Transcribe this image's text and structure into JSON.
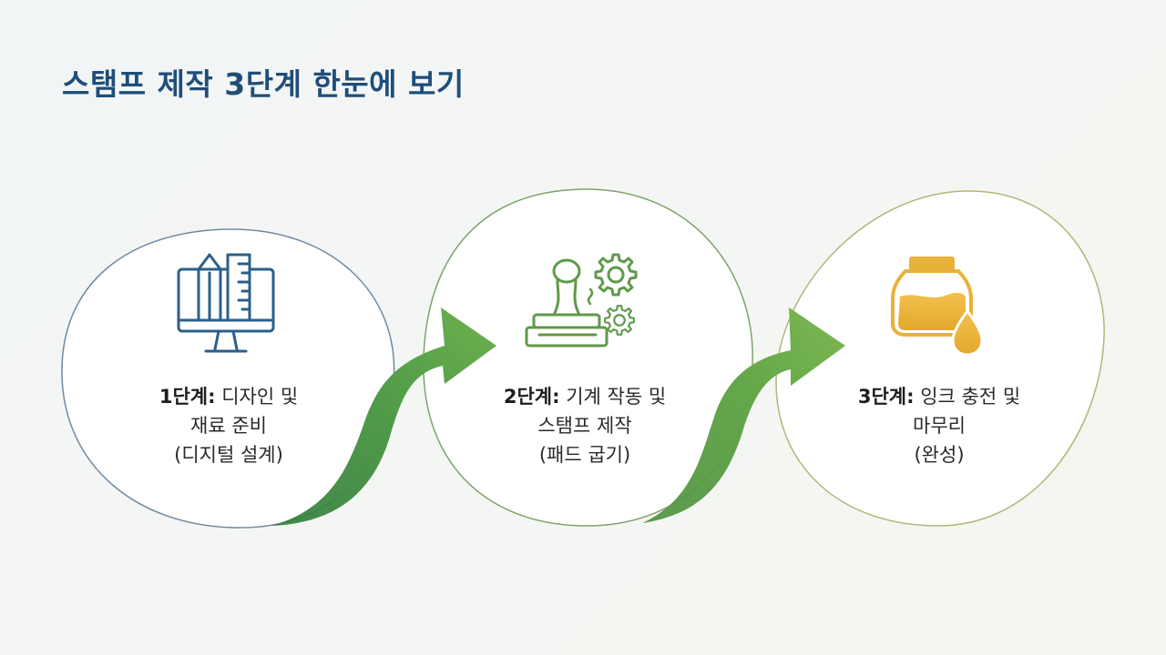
{
  "page": {
    "title": "스탬프 제작 3단계 한눈에 보기"
  },
  "steps": [
    {
      "label": "1단계:",
      "line1": "디자인 및",
      "line2": "재료 준비",
      "line3": "(디지털 설계)",
      "icon": "design-monitor-icon",
      "border_color": "#6f8aa3"
    },
    {
      "label": "2단계:",
      "line1": "기계 작동 및",
      "line2": "스탬프 제작",
      "line3": "(패드 굽기)",
      "icon": "stamp-gears-icon",
      "border_color": "#7ea36e"
    },
    {
      "label": "3단계:",
      "line1": "잉크 충전 및",
      "line2": "마무리",
      "line3": "(완성)",
      "icon": "ink-bottle-icon",
      "border_color": "#b8b37a"
    }
  ],
  "colors": {
    "title": "#1f4e79",
    "arrow_green": "#5a9e4e",
    "icon_blue": "#2c5f8a",
    "icon_green": "#5f9a4a",
    "icon_gold": "#e8b23a"
  }
}
